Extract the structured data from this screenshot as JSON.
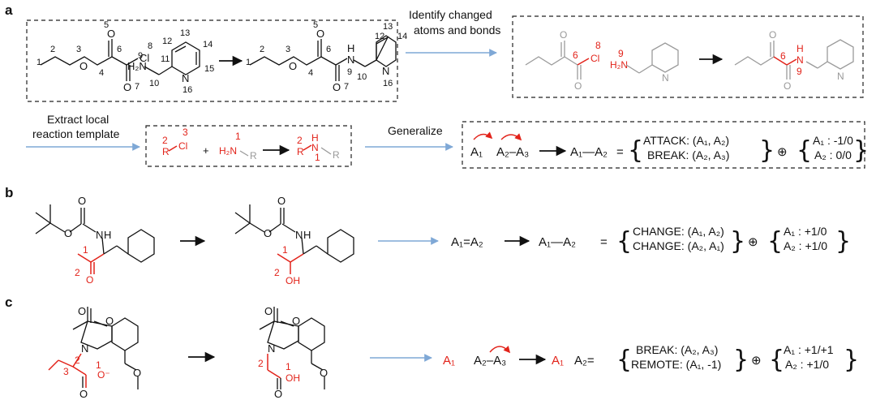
{
  "panels": {
    "a": "a",
    "b": "b",
    "c": "c"
  },
  "captions": {
    "identify_line1": "Identify changed",
    "identify_line2": "atoms and bonds",
    "extract_line1": "Extract local",
    "extract_line2": "reaction template",
    "generalize": "Generalize"
  },
  "atoms": {
    "cl": "Cl",
    "o": "O",
    "n": "N",
    "h": "H",
    "h2n": "H₂N",
    "r": "R",
    "oh": "OH",
    "o_minus": "O⁻",
    "plus": "+"
  },
  "atom_numbers": [
    "1",
    "2",
    "3",
    "4",
    "5",
    "6",
    "7",
    "8",
    "9",
    "10",
    "11",
    "12",
    "13",
    "14",
    "15",
    "16"
  ],
  "template": {
    "n1": "1",
    "n2": "2",
    "n3": "3"
  },
  "equations": {
    "a": {
      "lhs": [
        "A₁",
        "A₂–A₃"
      ],
      "rhs": "A₁—A₂",
      "actions": [
        "ATTACK: (A₁, A₂)",
        "BREAK: (A₂, A₃)"
      ],
      "charges": [
        "A₁ : -1/0",
        "A₂ : 0/0"
      ]
    },
    "b": {
      "lhs": "A₁=A₂",
      "rhs": "A₁—A₂",
      "actions": [
        "CHANGE: (A₁, A₂)",
        "CHANGE: (A₂, A₁)"
      ],
      "charges": [
        "A₁ : +1/0",
        "A₂ : +1/0"
      ]
    },
    "c": {
      "lhs": [
        "A₁",
        "A₂–A₃"
      ],
      "rhs": [
        "A₁",
        "A₂="
      ],
      "actions": [
        "BREAK: (A₂, A₃)",
        "REMOTE: (A₁, -1)"
      ],
      "charges": [
        "A₁ : +1/+1",
        "A₂ : +1/0"
      ]
    }
  },
  "symbols": {
    "equals": "=",
    "oplus": "⊕",
    "lbrace": "{",
    "rbrace": "}"
  },
  "colors": {
    "red": "#e2231a",
    "grey": "#999999",
    "blue_arrow": "#7fa8d6",
    "black": "#111111"
  }
}
